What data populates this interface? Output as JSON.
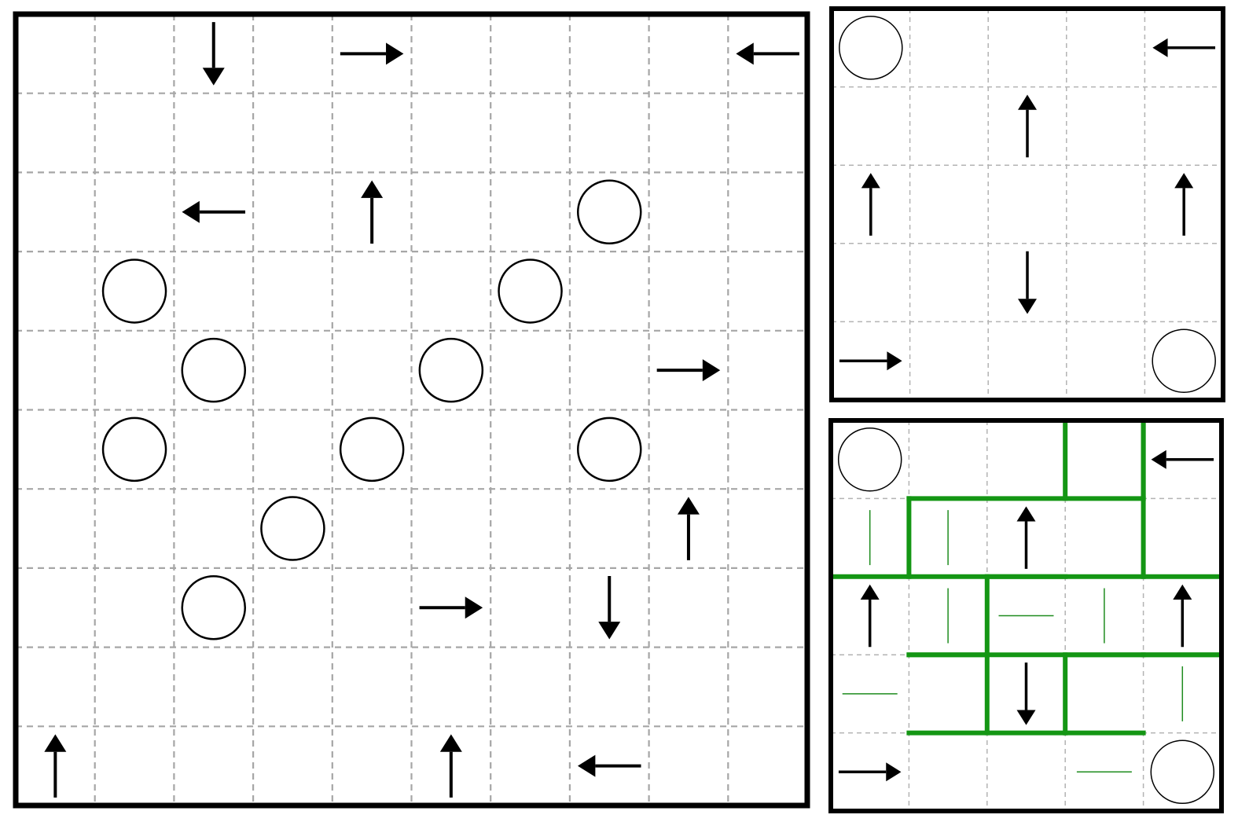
{
  "colors": {
    "grid": "#a6a6a6",
    "border": "#000000",
    "wall": "#149614",
    "thin_mark": "#1e8c1e",
    "background": "#ffffff"
  },
  "puzzles": [
    {
      "id": "main-puzzle",
      "rows": 10,
      "cols": 10,
      "circles": [
        [
          2,
          7
        ],
        [
          3,
          1
        ],
        [
          3,
          6
        ],
        [
          4,
          2
        ],
        [
          4,
          5
        ],
        [
          5,
          1
        ],
        [
          5,
          4
        ],
        [
          5,
          7
        ],
        [
          6,
          3
        ],
        [
          7,
          2
        ]
      ],
      "arrows": [
        {
          "row": 0,
          "col": 2,
          "dir": "down"
        },
        {
          "row": 0,
          "col": 4,
          "dir": "right"
        },
        {
          "row": 0,
          "col": 9,
          "dir": "left"
        },
        {
          "row": 2,
          "col": 2,
          "dir": "left"
        },
        {
          "row": 2,
          "col": 4,
          "dir": "up"
        },
        {
          "row": 4,
          "col": 8,
          "dir": "right"
        },
        {
          "row": 6,
          "col": 8,
          "dir": "up"
        },
        {
          "row": 7,
          "col": 5,
          "dir": "right"
        },
        {
          "row": 7,
          "col": 7,
          "dir": "down"
        },
        {
          "row": 9,
          "col": 0,
          "dir": "up"
        },
        {
          "row": 9,
          "col": 5,
          "dir": "up"
        },
        {
          "row": 9,
          "col": 7,
          "dir": "left"
        }
      ]
    },
    {
      "id": "example-puzzle",
      "rows": 5,
      "cols": 5,
      "circles": [
        [
          0,
          0
        ],
        [
          4,
          4
        ]
      ],
      "arrows": [
        {
          "row": 0,
          "col": 4,
          "dir": "left"
        },
        {
          "row": 1,
          "col": 2,
          "dir": "up"
        },
        {
          "row": 2,
          "col": 0,
          "dir": "up"
        },
        {
          "row": 2,
          "col": 4,
          "dir": "up"
        },
        {
          "row": 3,
          "col": 2,
          "dir": "down"
        },
        {
          "row": 4,
          "col": 0,
          "dir": "right"
        }
      ]
    },
    {
      "id": "solution-puzzle",
      "rows": 5,
      "cols": 5,
      "circles": [
        [
          0,
          0
        ],
        [
          4,
          4
        ]
      ],
      "arrows": [
        {
          "row": 0,
          "col": 4,
          "dir": "left"
        },
        {
          "row": 1,
          "col": 2,
          "dir": "up"
        },
        {
          "row": 2,
          "col": 0,
          "dir": "up"
        },
        {
          "row": 2,
          "col": 4,
          "dir": "up"
        },
        {
          "row": 3,
          "col": 2,
          "dir": "down"
        },
        {
          "row": 4,
          "col": 0,
          "dir": "right"
        }
      ],
      "walls": [
        [
          [
            2,
            0
          ],
          [
            2,
            5
          ]
        ],
        [
          [
            1,
            1
          ],
          [
            2,
            1
          ]
        ],
        [
          [
            1,
            1
          ],
          [
            1,
            4
          ]
        ],
        [
          [
            0,
            4
          ],
          [
            1,
            4
          ]
        ],
        [
          [
            3,
            1
          ],
          [
            3,
            2
          ]
        ],
        [
          [
            3,
            1
          ],
          [
            3,
            4
          ]
        ],
        [
          [
            2,
            2
          ],
          [
            4,
            2
          ]
        ],
        [
          [
            2,
            2
          ],
          [
            2,
            3
          ]
        ],
        [
          [
            4,
            1
          ],
          [
            4,
            3
          ]
        ],
        [
          [
            0,
            3
          ],
          [
            1,
            3
          ]
        ],
        [
          [
            3,
            3
          ],
          [
            3,
            5
          ]
        ],
        [
          [
            3,
            3
          ],
          [
            4,
            3
          ]
        ],
        [
          [
            4,
            3
          ],
          [
            4,
            4
          ]
        ],
        [
          [
            3,
            4
          ],
          [
            3,
            5
          ]
        ],
        [
          [
            0,
            4
          ],
          [
            2,
            4
          ]
        ]
      ],
      "marks": [
        {
          "row": 0,
          "col": 0,
          "dir": "h"
        },
        {
          "row": 0,
          "col": 0,
          "dir": "v"
        },
        {
          "row": 1,
          "col": 0,
          "dir": "v"
        },
        {
          "row": 1,
          "col": 1,
          "dir": "v"
        },
        {
          "row": 2,
          "col": 1,
          "dir": "v"
        },
        {
          "row": 2,
          "col": 2,
          "dir": "h"
        },
        {
          "row": 2,
          "col": 3,
          "dir": "v"
        },
        {
          "row": 3,
          "col": 0,
          "dir": "h"
        },
        {
          "row": 3,
          "col": 4,
          "dir": "v"
        },
        {
          "row": 4,
          "col": 3,
          "dir": "h"
        }
      ]
    }
  ]
}
